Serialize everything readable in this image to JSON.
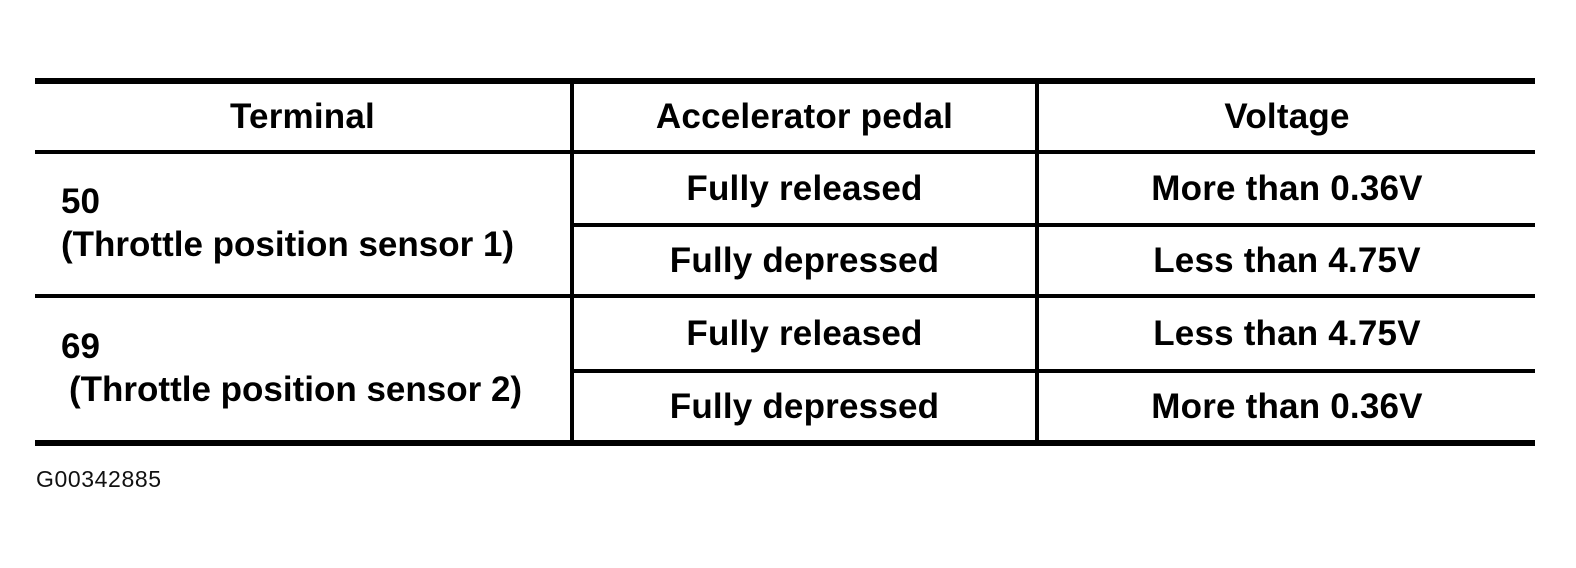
{
  "table": {
    "columns": [
      "Terminal",
      "Accelerator pedal",
      "Voltage"
    ],
    "rows": [
      {
        "terminal_number": "50",
        "terminal_description": "(Throttle position sensor 1)",
        "conditions": [
          {
            "pedal": "Fully released",
            "voltage": "More than 0.36V"
          },
          {
            "pedal": "Fully depressed",
            "voltage": "Less than 4.75V"
          }
        ]
      },
      {
        "terminal_number": "69",
        "terminal_description": "(Throttle position sensor 2)",
        "conditions": [
          {
            "pedal": "Fully released",
            "voltage": "Less than 4.75V"
          },
          {
            "pedal": "Fully depressed",
            "voltage": "More than 0.36V"
          }
        ]
      }
    ]
  },
  "caption": "G00342885",
  "colors": {
    "ink": "#000000",
    "paper": "#ffffff"
  }
}
